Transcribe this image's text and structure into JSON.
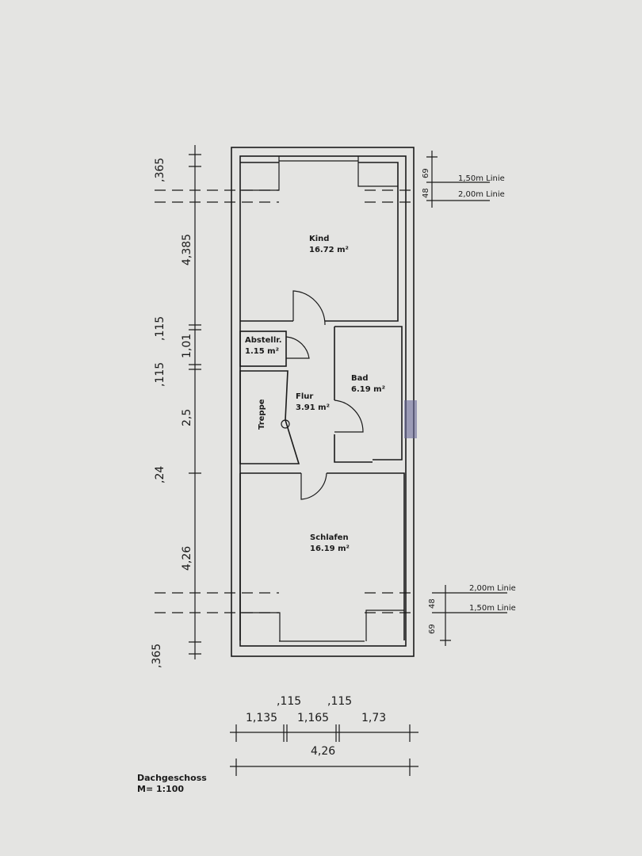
{
  "title": "Dachgeschoss",
  "scale": "M= 1:100",
  "rooms": [
    {
      "name": "Kind",
      "area": "16.72 m²"
    },
    {
      "name": "Abstellr.",
      "area": "1.15 m²"
    },
    {
      "name": "Bad",
      "area": "6.19 m²"
    },
    {
      "name": "Flur",
      "area": "3.91 m²"
    },
    {
      "name": "Treppe"
    },
    {
      "name": "Schlafen",
      "area": "16.19 m²"
    }
  ],
  "left_dimensions": [
    ",365",
    "4,385",
    ",115",
    "1,01",
    ",115",
    "2,5",
    ",24",
    "4,26",
    ",365"
  ],
  "bottom_dimensions": {
    "walls": [
      ",115",
      ",115"
    ],
    "segments": [
      "1,135",
      "1,165",
      "1,73"
    ],
    "total": "4,26"
  },
  "right_top": {
    "d1": "69",
    "d2": "48",
    "line1": "1,50m Linie",
    "line2": "2,00m Linie"
  },
  "right_bottom": {
    "d1": "48",
    "d2": "69",
    "line1": "2,00m Linie",
    "line2": "1,50m Linie"
  }
}
